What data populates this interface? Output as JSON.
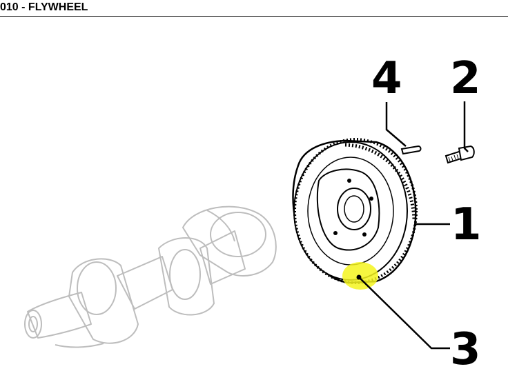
{
  "header": {
    "title": "010 - FLYWHEEL"
  },
  "callouts": {
    "c1": "1",
    "c2": "2",
    "c3": "3",
    "c4": "4"
  },
  "highlight_color": "#f4f41e"
}
